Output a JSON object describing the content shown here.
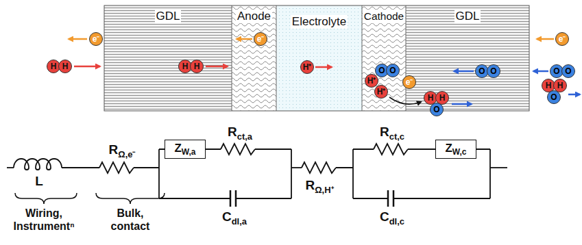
{
  "diagram": {
    "nodes": [
      {
        "text": [
          "GDL"
        ]
      },
      {
        "text": [
          "Anode"
        ]
      },
      {
        "text": [
          "Electrolyte"
        ]
      },
      {
        "text": [
          "Cathode"
        ]
      },
      {
        "text": [
          "GDL"
        ]
      },
      {
        "text": [
          "e⁻"
        ]
      },
      {
        "text": [
          "H",
          "H"
        ]
      },
      {
        "text": [
          "H",
          "H"
        ],
        "in": 0
      },
      {
        "text": [
          "e⁻"
        ],
        "in": 1
      },
      {
        "text": [
          "H⁺"
        ],
        "in": 2
      },
      {
        "text": [
          "H⁺"
        ],
        "in": 3
      },
      {
        "text": [
          "O",
          "O"
        ],
        "in": 3
      },
      {
        "text": [
          "H⁺"
        ],
        "in": 3
      },
      {
        "text": [
          "e⁻"
        ],
        "in": 3
      },
      {
        "text": [
          "H",
          "H",
          "O"
        ],
        "in": 4
      },
      {
        "text": [
          "O",
          "O"
        ],
        "in": 4
      },
      {
        "text": [
          "e⁻"
        ]
      },
      {
        "text": [
          "O",
          "O"
        ]
      },
      {
        "text": [
          "H",
          "H",
          "O"
        ]
      },
      {
        "text": [
          "Z",
          "W,a"
        ]
      },
      {
        "text": [
          "Z",
          "W,c"
        ]
      }
    ],
    "labels": [
      "L",
      "R",
      "Ω,e⁻",
      "R",
      "ct,a",
      "C",
      "dl,a",
      "R",
      "Ω,H⁺",
      "R",
      "ct,c",
      "C",
      "dl,c",
      "Wiring, Instrumentⁿ",
      "Bulk, contact"
    ]
  }
}
